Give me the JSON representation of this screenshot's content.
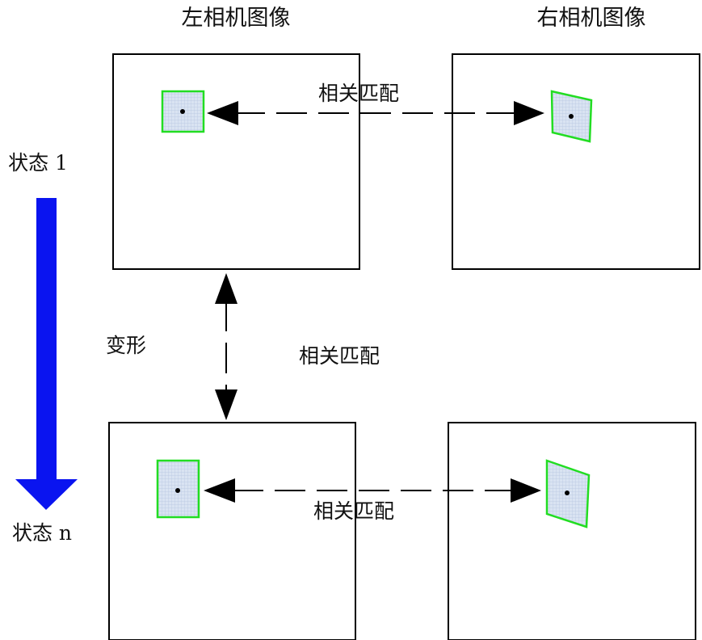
{
  "labels": {
    "left_camera": "左相机图像",
    "right_camera": "右相机图像",
    "state_start": "状态 1",
    "state_end": "状态 n",
    "deformation": "变形",
    "match_top": "相关匹配",
    "match_vertical": "相关匹配",
    "match_bottom": "相关匹配"
  },
  "colors": {
    "frame": "#000000",
    "subset_border": "#22dd22",
    "subset_fill": "#d4e0f0",
    "state_arrow": "#0a14f0",
    "text": "#111111"
  }
}
